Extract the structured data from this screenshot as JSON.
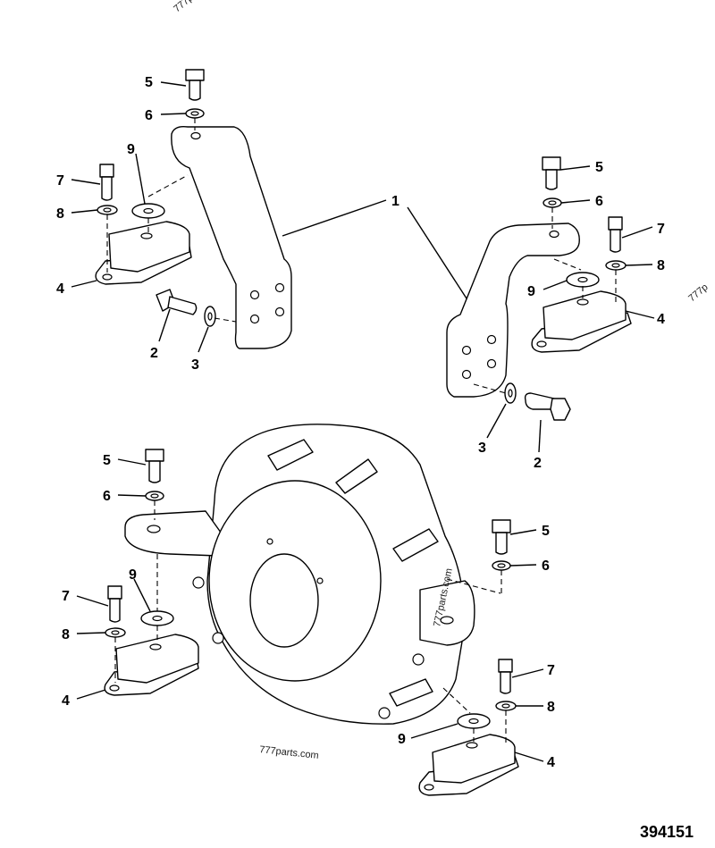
{
  "callouts": {
    "lb5": "5",
    "lb6": "6",
    "lb9": "9",
    "lb7": "7",
    "lb8": "8",
    "lb4": "4",
    "lb2": "2",
    "lb3": "3",
    "c1": "1",
    "rb5": "5",
    "rb6": "6",
    "rb7": "7",
    "rb8": "8",
    "rb9": "9",
    "rb4": "4",
    "rb3": "3",
    "rb2": "2",
    "hl5": "5",
    "hl6": "6",
    "hl9": "9",
    "hl7": "7",
    "hl8": "8",
    "hl4": "4",
    "hr5": "5",
    "hr6": "6",
    "hr7": "7",
    "hr8": "8",
    "hr9": "9",
    "hr4": "4"
  },
  "watermarks": {
    "bottom": "777parts.com",
    "housing": "777parts.com",
    "top_left": "777p",
    "right_edge": "777p"
  },
  "drawing_number": "394151"
}
